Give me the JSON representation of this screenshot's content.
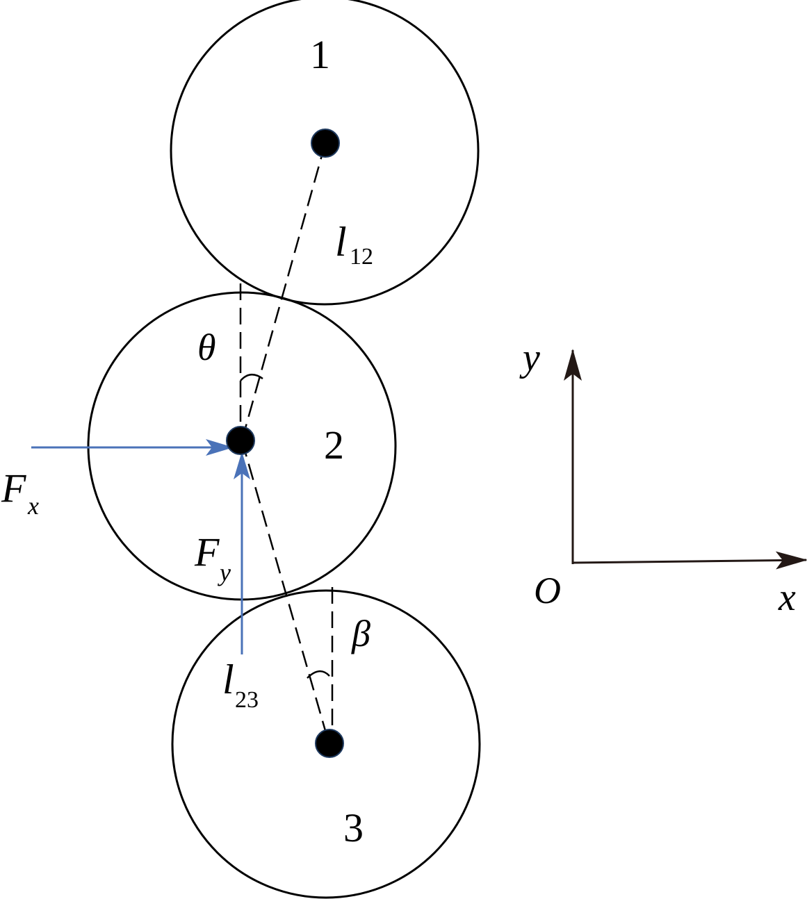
{
  "colors": {
    "outline": "#000000",
    "force": "#4A72B8",
    "axis": "#231815"
  },
  "labels": {
    "particle1": "1",
    "particle2": "2",
    "particle3": "3",
    "l12_main": "l",
    "l12_sub": "12",
    "l23_main": "l",
    "l23_sub": "23",
    "theta": "θ",
    "beta": "β",
    "fx_main": "F",
    "fx_sub": "x",
    "fy_main": "F",
    "fy_sub": "y",
    "axis_y": "y",
    "axis_x": "x",
    "origin": "O"
  }
}
